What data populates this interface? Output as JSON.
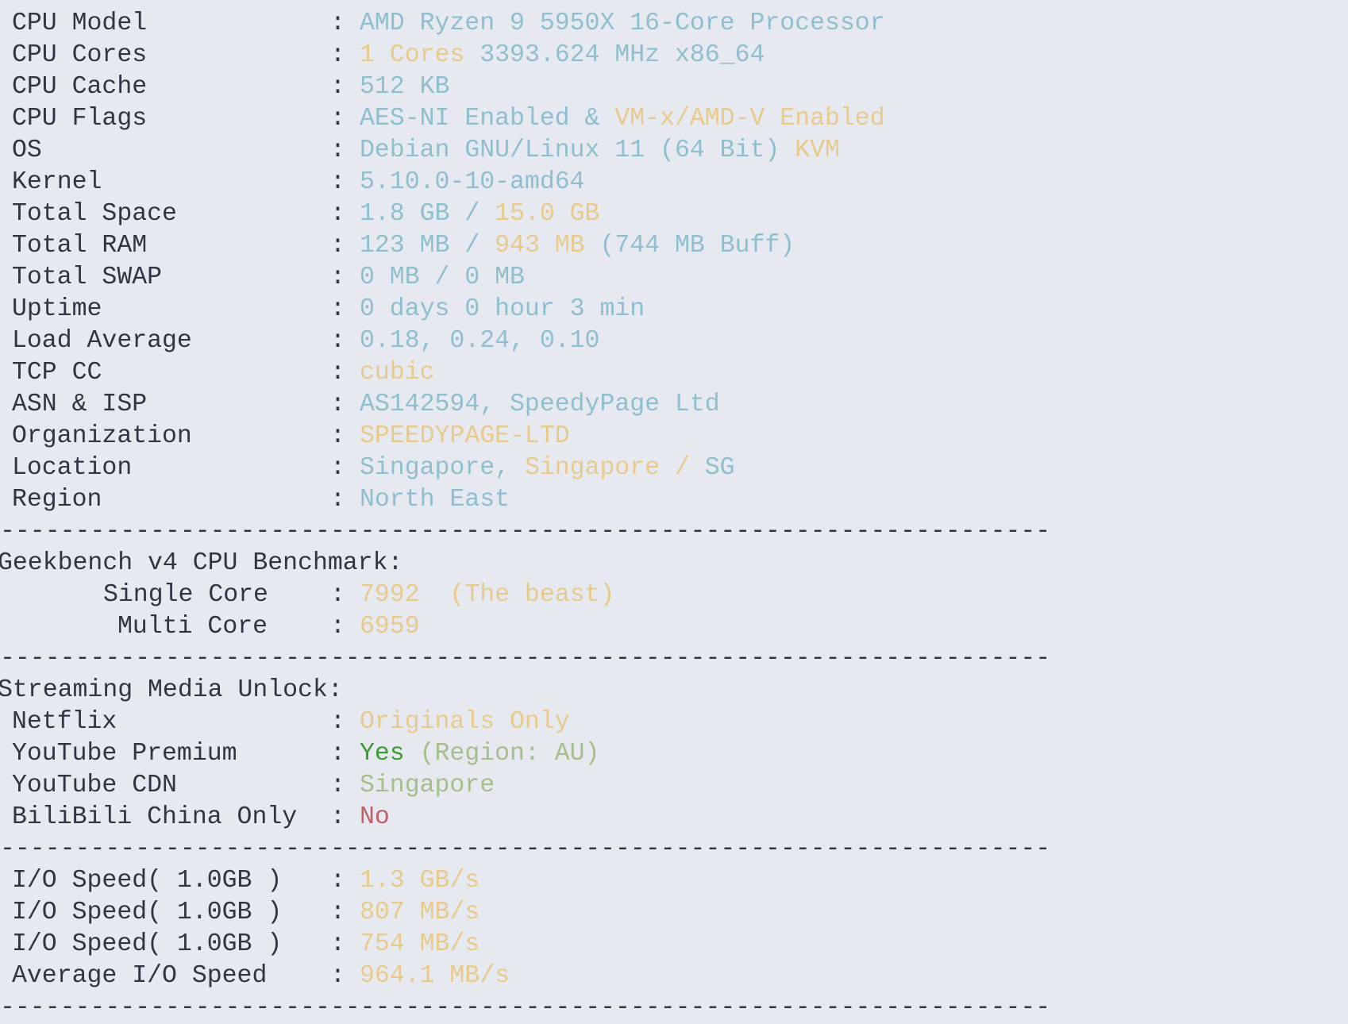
{
  "colors": {
    "label": "#2f3542",
    "blue": "#8fbfcc",
    "yellow": "#e8cb8c",
    "green": "#3d9a34",
    "lightgreen": "#a6bd8c",
    "red": "#c0616a"
  },
  "colon": ":",
  "divider": "----------------------------------------------------------------------",
  "lines": [
    {
      "type": "row",
      "name": "cpu-model",
      "label": "CPU Model",
      "segs": [
        {
          "t": "AMD Ryzen 9 5950X 16-Core Processor",
          "c": "blue"
        }
      ]
    },
    {
      "type": "row",
      "name": "cpu-cores",
      "label": "CPU Cores",
      "segs": [
        {
          "t": "1 Cores ",
          "c": "yellow"
        },
        {
          "t": "3393.624 MHz x86_64",
          "c": "blue"
        }
      ]
    },
    {
      "type": "row",
      "name": "cpu-cache",
      "label": "CPU Cache",
      "segs": [
        {
          "t": "512 KB",
          "c": "blue"
        }
      ]
    },
    {
      "type": "row",
      "name": "cpu-flags",
      "label": "CPU Flags",
      "segs": [
        {
          "t": "AES-NI Enabled & ",
          "c": "blue"
        },
        {
          "t": "VM-x/AMD-V Enabled",
          "c": "yellow"
        }
      ]
    },
    {
      "type": "row",
      "name": "os",
      "label": "OS",
      "segs": [
        {
          "t": "Debian GNU/Linux 11 (64 Bit) ",
          "c": "blue"
        },
        {
          "t": "KVM",
          "c": "yellow"
        }
      ]
    },
    {
      "type": "row",
      "name": "kernel",
      "label": "Kernel",
      "segs": [
        {
          "t": "5.10.0-10-amd64",
          "c": "blue"
        }
      ]
    },
    {
      "type": "row",
      "name": "total-space",
      "label": "Total Space",
      "segs": [
        {
          "t": "1.8 GB / ",
          "c": "blue"
        },
        {
          "t": "15.0 GB",
          "c": "yellow"
        }
      ]
    },
    {
      "type": "row",
      "name": "total-ram",
      "label": "Total RAM",
      "segs": [
        {
          "t": "123 MB / ",
          "c": "blue"
        },
        {
          "t": "943 MB",
          "c": "yellow"
        },
        {
          "t": " (744 MB Buff)",
          "c": "blue"
        }
      ]
    },
    {
      "type": "row",
      "name": "total-swap",
      "label": "Total SWAP",
      "segs": [
        {
          "t": "0 MB / 0 MB",
          "c": "blue"
        }
      ]
    },
    {
      "type": "row",
      "name": "uptime",
      "label": "Uptime",
      "segs": [
        {
          "t": "0 days 0 hour 3 min",
          "c": "blue"
        }
      ]
    },
    {
      "type": "row",
      "name": "load-average",
      "label": "Load Average",
      "segs": [
        {
          "t": "0.18, 0.24, 0.10",
          "c": "blue"
        }
      ]
    },
    {
      "type": "row",
      "name": "tcp-cc",
      "label": "TCP CC",
      "segs": [
        {
          "t": "cubic",
          "c": "yellow"
        }
      ]
    },
    {
      "type": "row",
      "name": "asn-isp",
      "label": "ASN & ISP",
      "segs": [
        {
          "t": "AS142594, SpeedyPage Ltd",
          "c": "blue"
        }
      ]
    },
    {
      "type": "row",
      "name": "organization",
      "label": "Organization",
      "segs": [
        {
          "t": "SPEEDYPAGE-LTD",
          "c": "yellow"
        }
      ]
    },
    {
      "type": "row",
      "name": "location",
      "label": "Location",
      "segs": [
        {
          "t": "Singapore, ",
          "c": "blue"
        },
        {
          "t": "Singapore / ",
          "c": "yellow"
        },
        {
          "t": "SG",
          "c": "blue"
        }
      ]
    },
    {
      "type": "row",
      "name": "region",
      "label": "Region",
      "segs": [
        {
          "t": "North East",
          "c": "blue"
        }
      ]
    },
    {
      "type": "divider"
    },
    {
      "type": "header",
      "name": "geekbench-header",
      "label": "Geekbench v4 CPU Benchmark:"
    },
    {
      "type": "row",
      "name": "single-core",
      "indent": "ind1",
      "label": "Single Core",
      "segs": [
        {
          "t": "7992  ",
          "c": "yellow"
        },
        {
          "t": "(The beast)",
          "c": "yellow"
        }
      ]
    },
    {
      "type": "row",
      "name": "multi-core",
      "indent": "ind2",
      "label": "Multi Core",
      "segs": [
        {
          "t": "6959",
          "c": "yellow"
        }
      ]
    },
    {
      "type": "divider"
    },
    {
      "type": "header",
      "name": "streaming-header",
      "label": "Streaming Media Unlock:"
    },
    {
      "type": "row",
      "name": "netflix",
      "label": "Netflix",
      "segs": [
        {
          "t": "Originals Only",
          "c": "yellow"
        }
      ]
    },
    {
      "type": "row",
      "name": "youtube-premium",
      "label": "YouTube Premium",
      "segs": [
        {
          "t": "Yes ",
          "c": "green"
        },
        {
          "t": "(Region: AU)",
          "c": "lightgreen"
        }
      ]
    },
    {
      "type": "row",
      "name": "youtube-cdn",
      "label": "YouTube CDN",
      "segs": [
        {
          "t": "Singapore",
          "c": "lightgreen"
        }
      ]
    },
    {
      "type": "row",
      "name": "bilibili",
      "label": "BiliBili China Only",
      "segs": [
        {
          "t": "No",
          "c": "red"
        }
      ]
    },
    {
      "type": "divider"
    },
    {
      "type": "row",
      "name": "io-speed-1",
      "label": "I/O Speed( 1.0GB )",
      "segs": [
        {
          "t": "1.3 GB/s",
          "c": "yellow"
        }
      ]
    },
    {
      "type": "row",
      "name": "io-speed-2",
      "label": "I/O Speed( 1.0GB )",
      "segs": [
        {
          "t": "807 MB/s",
          "c": "yellow"
        }
      ]
    },
    {
      "type": "row",
      "name": "io-speed-3",
      "label": "I/O Speed( 1.0GB )",
      "segs": [
        {
          "t": "754 MB/s",
          "c": "yellow"
        }
      ]
    },
    {
      "type": "row",
      "name": "average-io-speed",
      "label": "Average I/O Speed",
      "segs": [
        {
          "t": "964.1 MB/s",
          "c": "yellow"
        }
      ]
    },
    {
      "type": "divider"
    }
  ]
}
